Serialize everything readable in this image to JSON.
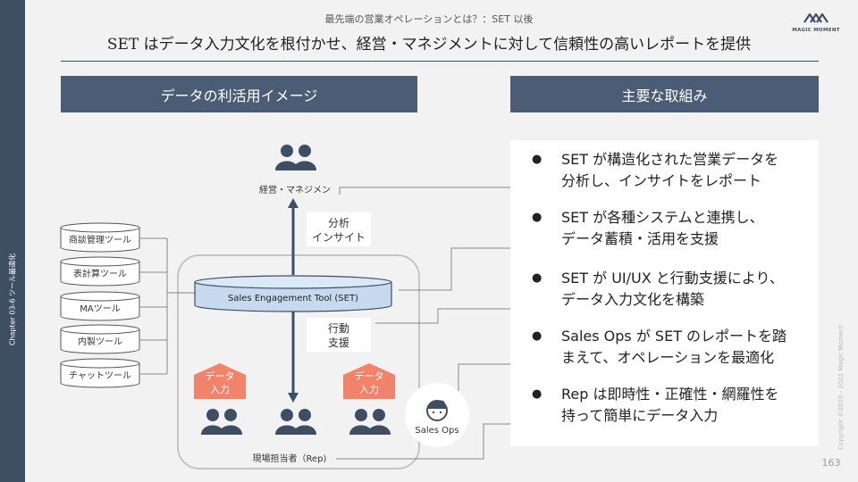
{
  "header": {
    "subtitle": "最先端の営業オペレーションとは？：SET 以後",
    "title": "SET はデータ入力文化を根付かせ、経営・マネジメントに対して信頼性の高いレポートを提供",
    "logo_text": "MAGIC MOMENT"
  },
  "sidebar": {
    "chapter": "Chapter 03-6 ツール最適化"
  },
  "left_section": {
    "title": "データの利活用イメージ"
  },
  "right_section": {
    "title": "主要な取組み"
  },
  "diagram": {
    "management_label": "経営・マネジメン",
    "analysis_label": [
      "分析",
      "インサイト"
    ],
    "set_label": "Sales Engagement Tool (SET)",
    "support_label": [
      "行動",
      "支援"
    ],
    "data_input_label": [
      "データ",
      "入力"
    ],
    "rep_label": "現場担当者（Rep)",
    "salesops_label": "Sales Ops",
    "tools": [
      "商談管理ツール",
      "表計算ツール",
      "MAツール",
      "内製ツール",
      "チャットツール"
    ]
  },
  "initiatives": [
    {
      "bullet": "●",
      "lines": [
        "SET が構造化された営業データを",
        "分析し、インサイトをレポート"
      ]
    },
    {
      "bullet": "●",
      "lines": [
        "SET が各種システムと連携し、",
        "データ蓄積・活用を支援"
      ]
    },
    {
      "bullet": "●",
      "lines": [
        "SET が UI/UX と行動支援により、",
        "データ入力文化を構築"
      ]
    },
    {
      "bullet": "●",
      "lines": [
        "Sales Ops が SET のレポートを踏",
        "まえて、オペレーションを最適化"
      ]
    },
    {
      "bullet": "●",
      "lines": [
        "Rep は即時性・正確性・網羅性を",
        "持って簡単にデータ入力"
      ]
    }
  ],
  "footer": {
    "copyright": "Copyright ©2020 - 2021 Magic Moment",
    "page_number": "163"
  },
  "colors": {
    "navy": "#3e4f64",
    "header_bar": "#4b5d74",
    "accent_orange": "#f0836a",
    "set_blue": "#c6d9ee"
  }
}
